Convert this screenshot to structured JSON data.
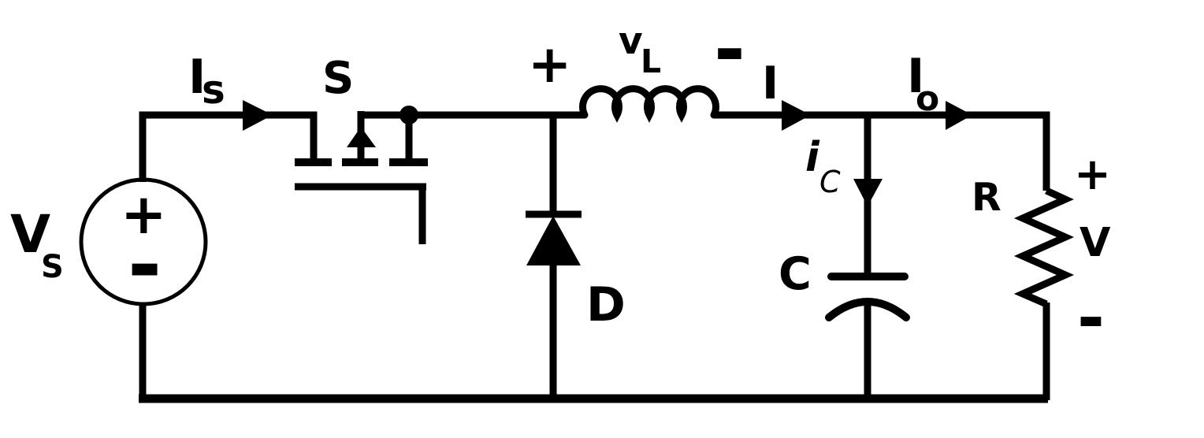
{
  "diagram": {
    "kind": "circuit-schematic",
    "description": "Buck (step-down) DC-DC converter schematic",
    "background_color": "#ffffff",
    "ink_color": "#000000"
  },
  "labels": {
    "source_voltage_main": "V",
    "source_voltage_sub": "S",
    "source_plus": "+",
    "source_minus": "-",
    "source_current_main": "I",
    "source_current_sub": "s",
    "switch": "S",
    "inductor_plus": "+",
    "inductor_voltage_main": "v",
    "inductor_voltage_sub": "L",
    "inductor_minus": "-",
    "inductor_current": "I",
    "capacitor_current_main": "i",
    "capacitor_current_sub": "C",
    "output_current_main": "I",
    "output_current_sub": "o",
    "diode": "D",
    "capacitor": "C",
    "resistor": "R",
    "load_plus": "+",
    "load_voltage": "V",
    "load_minus": "-"
  },
  "components": [
    {
      "id": "VS",
      "type": "dc-voltage-source",
      "label": "V_S"
    },
    {
      "id": "S",
      "type": "mosfet-switch",
      "label": "S"
    },
    {
      "id": "D",
      "type": "diode",
      "label": "D"
    },
    {
      "id": "L",
      "type": "inductor",
      "label": "v_L"
    },
    {
      "id": "C",
      "type": "polarized-capacitor",
      "label": "C"
    },
    {
      "id": "R",
      "type": "resistor",
      "label": "R"
    }
  ],
  "current_arrows": [
    {
      "label": "I_s",
      "direction": "right"
    },
    {
      "label": "I",
      "direction": "right"
    },
    {
      "label": "i_C",
      "direction": "down"
    },
    {
      "label": "I_o",
      "direction": "right"
    }
  ]
}
